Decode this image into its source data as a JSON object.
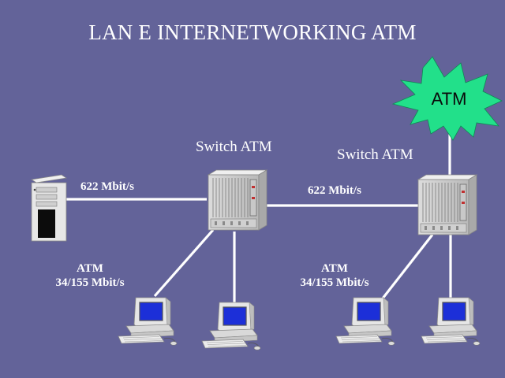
{
  "title": "LAN E INTERNETWORKING ATM",
  "cloud": {
    "label": "ATM",
    "color": "#22e08a"
  },
  "switches": [
    {
      "label": "Switch ATM"
    },
    {
      "label": "Switch ATM"
    }
  ],
  "links": {
    "server_to_switch": "622 Mbit/s",
    "switch_to_switch": "622 Mbit/s"
  },
  "access": [
    {
      "line1": "ATM",
      "line2": "34/155 Mbit/s"
    },
    {
      "line1": "ATM",
      "line2": "34/155 Mbit/s"
    }
  ],
  "colors": {
    "background": "#636399",
    "link_line": "#ffffff",
    "screen": "#1c2fd8"
  }
}
